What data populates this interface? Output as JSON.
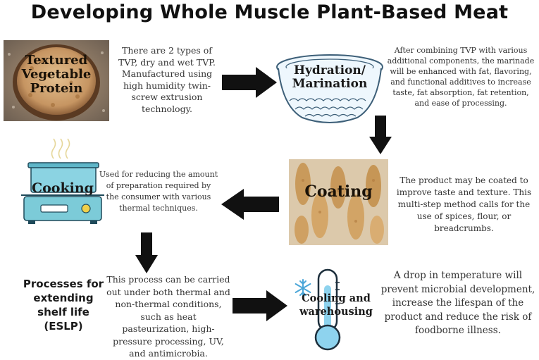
{
  "title": "Developing Whole Muscle Plant-Based Meat",
  "steps": {
    "tvp": {
      "label_lines": [
        "Textured",
        "Vegetable",
        "Protein"
      ],
      "description": "There are 2 types of TVP, dry and wet TVP. Manufactured using high humidity twin-screw extrusion technology."
    },
    "hydration": {
      "label_lines": [
        "Hydration/",
        "Marination"
      ],
      "description": "After combining TVP with various additional components, the marinade will be enhanced with fat, flavoring, and functional additives to increase taste, fat absorption, fat retention, and ease of processing."
    },
    "coating": {
      "label": "Coating",
      "description": "The product may be coated to improve taste and texture. This multi-step method calls for the use of spices, flour, or breadcrumbs."
    },
    "cooking": {
      "label": "Cooking",
      "description": "Used for reducing the amount of preparation required by the consumer with various thermal techniques."
    },
    "eslp": {
      "label_lines": [
        "Processes for",
        "extending",
        "shelf life",
        "(ESLP)"
      ],
      "description": "This process can be carried out under both thermal and non-thermal conditions, such as heat pasteurization, high-pressure processing, UV, and antimicrobia."
    },
    "cooling": {
      "label_lines": [
        "Cooling and",
        "warehousing"
      ],
      "description": "A drop in temperature will prevent microbial development, increase the lifespan of the product and reduce the risk of foodborne illness."
    }
  },
  "colors": {
    "arrow": "#111111",
    "bowl_fill": "#eef7fd",
    "bowl_stroke": "#3d5f78",
    "stove": "#7ccbd8",
    "thermo_bulb": "#8ed3ee",
    "snowflake": "#4aa6d8",
    "tvp_bg": "#8a6a4a",
    "coating_bg": "#d9c4a4"
  }
}
